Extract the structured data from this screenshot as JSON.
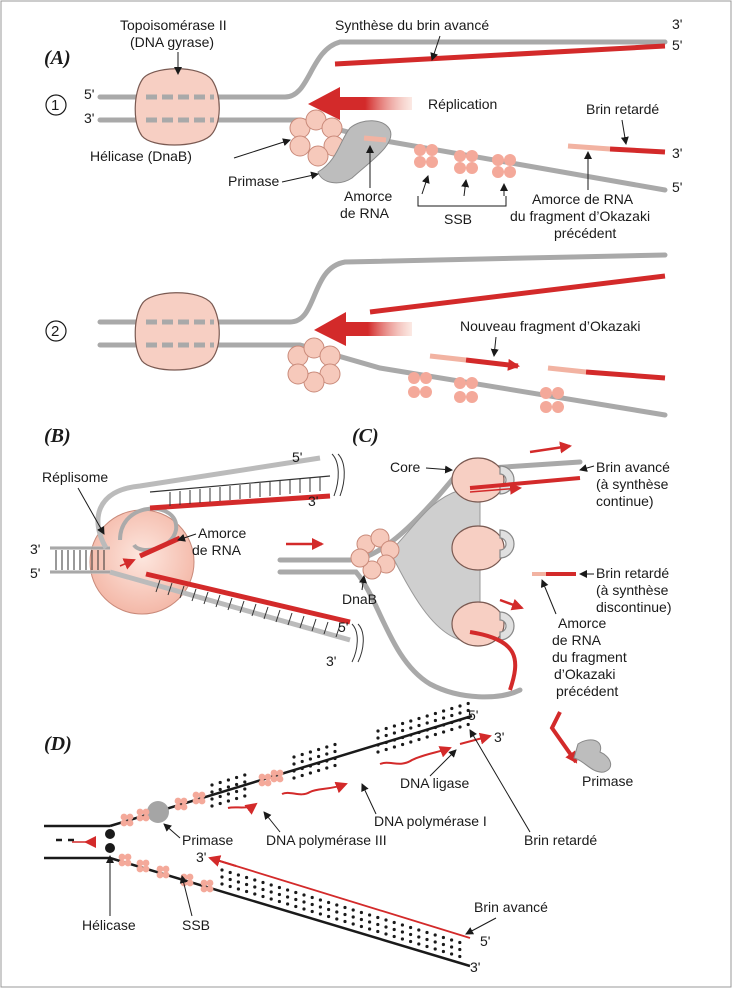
{
  "panels": {
    "a": "(A)",
    "b": "(B)",
    "c": "(C)",
    "d": "(D)"
  },
  "steps": {
    "one": "1",
    "two": "2"
  },
  "a": {
    "topo_line1": "Topoisomérase II",
    "topo_line2": "(DNA gyrase)",
    "synth_avance": "Synthèse du brin avancé",
    "replication": "Réplication",
    "brin_retarde": "Brin retardé",
    "helicase": "Hélicase (DnaB)",
    "primase": "Primase",
    "amorce_rna_1": "Amorce",
    "amorce_rna_2": "de RNA",
    "ssb": "SSB",
    "amorce_ok_1": "Amorce de RNA",
    "amorce_ok_2": "du fragment d’Okazaki",
    "amorce_ok_3": "précédent",
    "nouveau_fragment": "Nouveau fragment d’Okazaki",
    "ends": {
      "p3": "3'",
      "p5": "5'"
    }
  },
  "b": {
    "replisome": "Réplisome",
    "amorce_1": "Amorce",
    "amorce_2": "de RNA"
  },
  "c": {
    "core": "Core",
    "dnab": "DnaB",
    "brin_avance_1": "Brin avancé",
    "brin_avance_2": "(à synthèse",
    "brin_avance_3": "continue)",
    "brin_retarde_1": "Brin retardé",
    "brin_retarde_2": "(à synthèse",
    "brin_retarde_3": "discontinue)",
    "amorce_1": "Amorce",
    "amorce_2": "de RNA",
    "amorce_3": "du fragment",
    "amorce_4": "d’Okazaki",
    "amorce_5": "précédent",
    "primase": "Primase"
  },
  "d": {
    "dna_ligase": "DNA ligase",
    "dna_pol_1": "DNA polymérase I",
    "dna_pol_3": "DNA polymérase III",
    "primase": "Primase",
    "brin_retarde": "Brin retardé",
    "helicase": "Hélicase",
    "ssb": "SSB",
    "brin_avance": "Brin avancé"
  },
  "colors": {
    "red": "#d32a2a",
    "pink": "#f2b3a2",
    "gray": "#a9a9a9",
    "enzyme": "#f7cfc3"
  }
}
